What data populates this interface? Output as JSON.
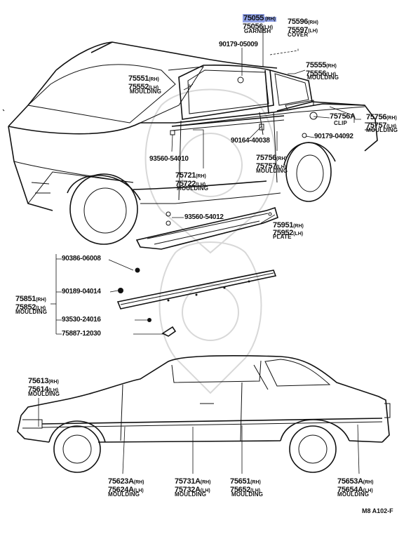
{
  "labels": {
    "p75055": {
      "num": "75055",
      "sfx": "(RH)"
    },
    "p75056": {
      "num": "75056",
      "sfx": "(LH)"
    },
    "garnish": "GARNISH",
    "p75596": {
      "num": "75596",
      "sfx": "(RH)"
    },
    "p75597": {
      "num": "75597",
      "sfx": "(LH)"
    },
    "cover": "COVER",
    "p90179_05009": "90179-05009",
    "p75555": {
      "num": "75555",
      "sfx": "(RH)"
    },
    "p75556": {
      "num": "75556",
      "sfx": "(LH)"
    },
    "moulding_75556": "MOULDING",
    "p75551": {
      "num": "75551",
      "sfx": "(RH)"
    },
    "p75552": {
      "num": "75552",
      "sfx": "(LH)"
    },
    "moulding_75552": "MOULDING",
    "p75756a": "75756A",
    "clip": "CLIP",
    "p75756": {
      "num": "75756",
      "sfx": "(RH)"
    },
    "p75757": {
      "num": "75757",
      "sfx": "(LH)"
    },
    "moulding_75757": "MOULDING",
    "p90164_40038": "90164-40038",
    "p90179_04092": "90179-04092",
    "p93560_54010": "93560-54010",
    "p75756b": {
      "num": "75756",
      "sfx": "(RH)"
    },
    "p75757b": {
      "num": "75757",
      "sfx": "(LH)"
    },
    "moulding_75757b": "MOULDING",
    "p75721": {
      "num": "75721",
      "sfx": "(RH)"
    },
    "p75722": {
      "num": "75722",
      "sfx": "(LH)"
    },
    "moulding_75722": "MOULDING",
    "p93560_54012": "93560-54012",
    "p75951": {
      "num": "75951",
      "sfx": "(RH)"
    },
    "p75952": {
      "num": "75952",
      "sfx": "(LH)"
    },
    "plate": "PLATE",
    "p90386_06008": "90386-06008",
    "p90189_04014": "90189-04014",
    "p75851": {
      "num": "75851",
      "sfx": "(RH)"
    },
    "p75852": {
      "num": "75852",
      "sfx": "(LH)"
    },
    "moulding_75852": "MOULDING",
    "p93530_24016": "93530-24016",
    "p75887_12030": "75887-12030",
    "p75613": {
      "num": "75613",
      "sfx": "(RH)"
    },
    "p75614": {
      "num": "75614",
      "sfx": "(LH)"
    },
    "moulding_75614": "MOULDING",
    "p75623a": {
      "num": "75623A",
      "sfx": "(RH)"
    },
    "p75624a": {
      "num": "75624A",
      "sfx": "(LH)"
    },
    "moulding_75624a": "MOULDING",
    "p75731a": {
      "num": "75731A",
      "sfx": "(RH)"
    },
    "p75732a": {
      "num": "75732A",
      "sfx": "(LH)"
    },
    "moulding_75732a": "MOULDING",
    "p75651": {
      "num": "75651",
      "sfx": "(RH)"
    },
    "p75652": {
      "num": "75652",
      "sfx": "(LH)"
    },
    "moulding_75652": "MOULDING",
    "p75653a": {
      "num": "75653A",
      "sfx": "(RH)"
    },
    "p75654a": {
      "num": "75654A",
      "sfx": "(LH)"
    },
    "moulding_75654a": "MOULDING",
    "figure_code": "M8 A102-F"
  },
  "highlight_color": "#8fa0e6"
}
